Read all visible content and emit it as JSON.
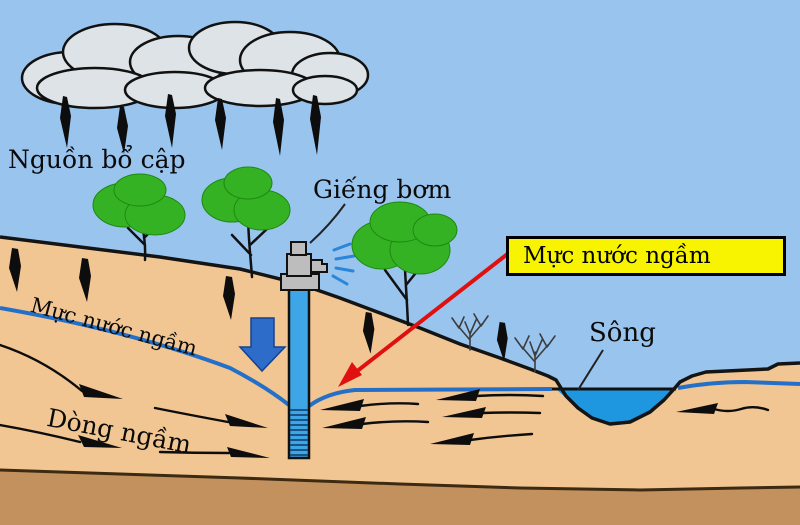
{
  "diagram": {
    "labels": {
      "recharge_source": "Nguồn bổ cập",
      "pumping_well": "Giếng bơm",
      "water_table_callout": "Mực nước ngầm",
      "water_table_left": "Mực nước ngầm",
      "underground_flow": "Dòng ngầm",
      "river": "Sông"
    },
    "colors": {
      "sky": "#99c4ee",
      "ground": "#f1c693",
      "bedrock": "#c3915d",
      "water": "#1e97e0",
      "water_table": "#2470c8",
      "arrow_blue": "#2d6cc8",
      "callout_bg": "#f8f400",
      "callout_arrow": "#e01010",
      "tree": "#35b224",
      "cloud": "#dde3e6"
    }
  }
}
